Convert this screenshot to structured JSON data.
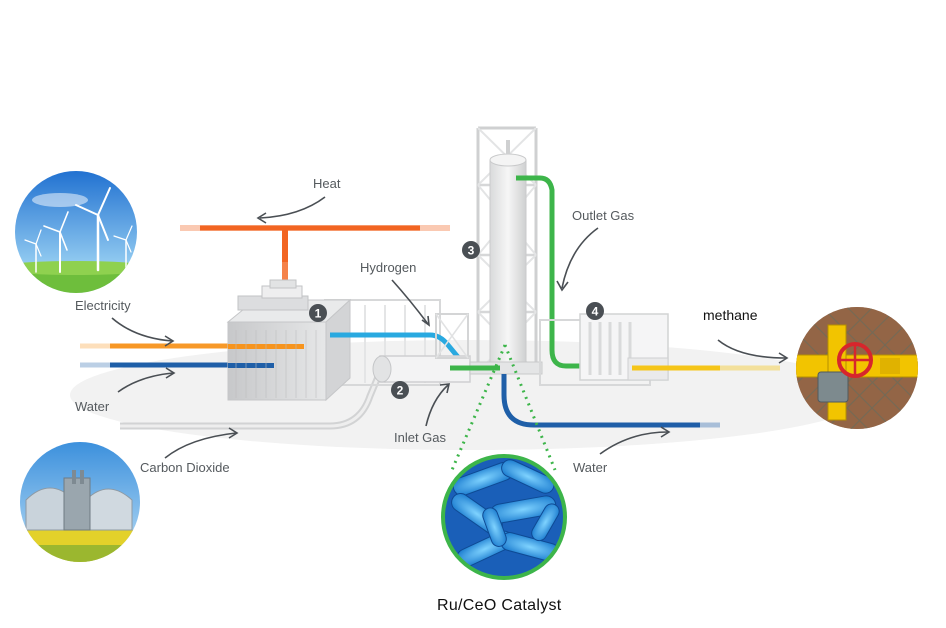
{
  "labels": {
    "heat": "Heat",
    "electricity": "Electricity",
    "water_left": "Water",
    "carbon_dioxide": "Carbon Dioxide",
    "hydrogen": "Hydrogen",
    "inlet_gas": "Inlet Gas",
    "outlet_gas": "Outlet Gas",
    "water_right": "Water",
    "methane": "methane",
    "catalyst": "Ru/CeO Catalyst"
  },
  "steps": [
    "1",
    "2",
    "3",
    "4"
  ],
  "colors": {
    "heat": "#f26522",
    "electricity": "#f7941d",
    "water": "#1f5fa8",
    "hydrogen": "#29a9e0",
    "outlet_gas": "#3db54a",
    "co2": "#c8cacc",
    "methane": "#f5c518",
    "step_badge": "#4a4f54"
  },
  "icons": {
    "wind": "wind-turbines-image",
    "biogas": "biogas-plant-image",
    "pipeline": "gas-pipeline-valve-image",
    "catalyst": "catalyst-microscope-image"
  }
}
